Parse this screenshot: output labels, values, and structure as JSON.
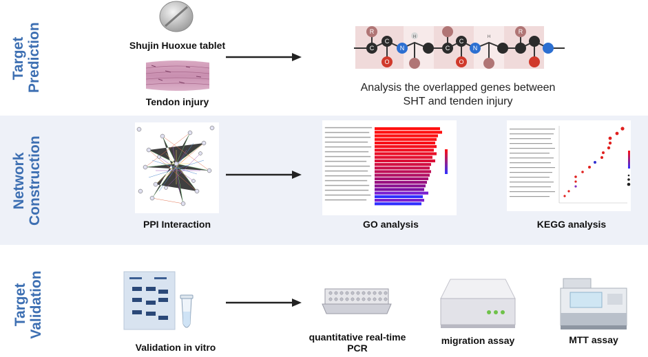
{
  "stages": [
    {
      "line1": "Target",
      "line2": "Prediction"
    },
    {
      "line1": "Network",
      "line2": "Construction"
    },
    {
      "line1": "Target",
      "line2": "Validation"
    }
  ],
  "prediction": {
    "tablet_label": "Shujin Huoxue tablet",
    "tissue_label": "Tendon injury",
    "caption_line1": "Analysis the overlapped genes between",
    "caption_line2": "SHT and tenden injury",
    "atoms": [
      "R",
      "C",
      "C",
      "O",
      "N",
      "H",
      "C",
      "C",
      "O",
      "N",
      "H",
      "R"
    ]
  },
  "network": {
    "ppi_label": "PPI Interaction",
    "go_label": "GO analysis",
    "kegg_label": "KEGG analysis"
  },
  "validation": {
    "vitro_label": "Validation in vitro",
    "pcr_label_line1": "quantitative real-time",
    "pcr_label_line2": "PCR",
    "migration_label": "migration assay",
    "mtt_label": "MTT assay"
  },
  "colors": {
    "stage_text": "#3d6fb2",
    "band": "#eef1f8",
    "go_bar_high": "#ff1010",
    "go_bar_low": "#3030ff",
    "kegg_dot": "#e0201e"
  }
}
